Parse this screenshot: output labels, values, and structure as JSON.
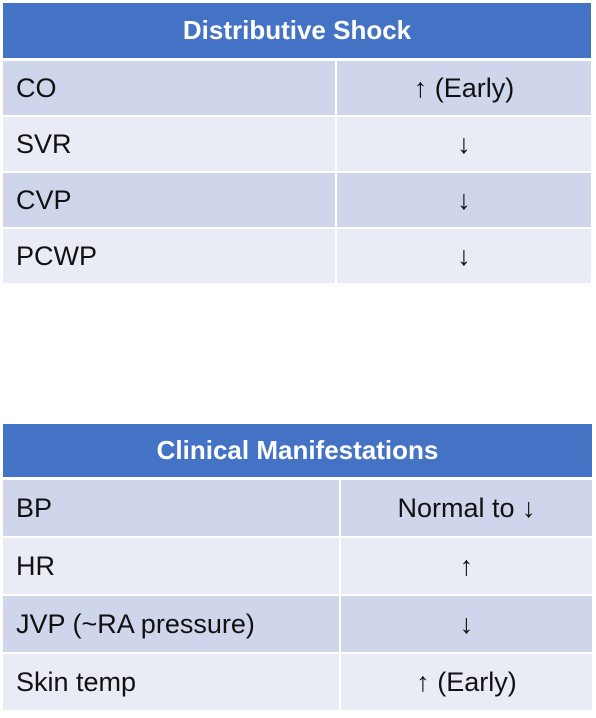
{
  "shock_table": {
    "title": "Distributive Shock",
    "rows": [
      {
        "param": "CO",
        "value": "↑ (Early)"
      },
      {
        "param": "SVR",
        "value": "↓"
      },
      {
        "param": "CVP",
        "value": "↓"
      },
      {
        "param": "PCWP",
        "value": "↓"
      }
    ],
    "highlight_color": "#ff2a1a",
    "header_color": "#4472c4"
  },
  "clinical_table": {
    "title": "Clinical Manifestations",
    "rows": [
      {
        "param": "BP",
        "value": "Normal to ↓"
      },
      {
        "param": "HR",
        "value": "↑"
      },
      {
        "param": "JVP (~RA pressure)",
        "value": "↓"
      },
      {
        "param": "Skin temp",
        "value": "↑ (Early)"
      }
    ]
  }
}
